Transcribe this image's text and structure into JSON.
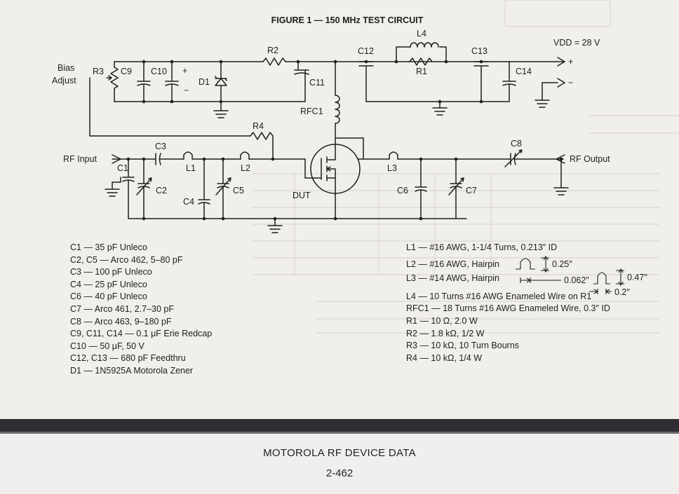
{
  "figure": {
    "title": "FIGURE 1 — 150 MHz TEST CIRCUIT"
  },
  "labels": {
    "vdd": "VDD = 28 V",
    "plus": "+",
    "minus": "−",
    "bias_adjust_1": "Bias",
    "bias_adjust_2": "Adjust",
    "rf_input": "RF Input",
    "rf_output": "RF Output",
    "dut": "DUT",
    "R1": "R1",
    "R2": "R2",
    "R3": "R3",
    "R4": "R4",
    "C1": "C1",
    "C2": "C2",
    "C3": "C3",
    "C4": "C4",
    "C5": "C5",
    "C6": "C6",
    "C7": "C7",
    "C8": "C8",
    "C9": "C9",
    "C10": "C10",
    "C11": "C11",
    "C12": "C12",
    "C13": "C13",
    "C14": "C14",
    "L1": "L1",
    "L2": "L2",
    "L3": "L3",
    "L4": "L4",
    "D1": "D1",
    "RFC1": "RFC1"
  },
  "parts_left": [
    "C1 — 35 pF Unleco",
    "C2, C5 — Arco 462, 5–80 pF",
    "C3 — 100 pF Unleco",
    "C4 — 25 pF Unleco",
    "C6 — 40 pF Unleco",
    "C7 — Arco 461, 2.7–30 pF",
    "C8 — Arco 463, 9–180 pF",
    "C9, C11, C14 — 0.1 μF Erie Redcap",
    "C10 — 50 μF, 50 V",
    "C12, C13 — 680 pF Feedthru",
    "D1 — 1N5925A Motorola Zener"
  ],
  "parts_right": [
    "L1 — #16 AWG, 1-1/4 Turns, 0.213″ ID",
    "L2 — #16 AWG, Hairpin",
    "L3 — #14 AWG, Hairpin",
    "L4 — 10 Turns #16 AWG Enameled Wire on R1",
    "RFC1 — 18 Turns #16 AWG Enameled Wire, 0.3″ ID",
    "R1 — 10 Ω, 2.0 W",
    "R2 — 1.8 kΩ, 1/2 W",
    "R3 — 10 kΩ, 10 Turn Bourns",
    "R4 — 10 kΩ, 1/4 W"
  ],
  "hairpin_dims": {
    "l2_height": "0.25″",
    "l2_spacing": "0.062″",
    "l3_height": "0.47″",
    "l3_spacing": "0.2″"
  },
  "footer": {
    "title": "MOTOROLA RF DEVICE DATA",
    "page": "2-462"
  }
}
